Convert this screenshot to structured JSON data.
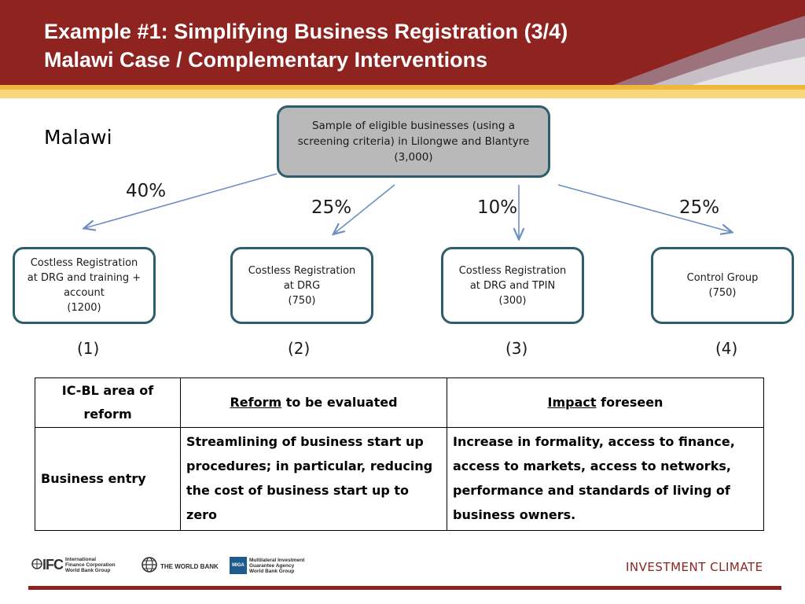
{
  "title": {
    "line1": "Example #1: Simplifying Business Registration (3/4)",
    "line2": "Malawi Case / Complementary Interventions"
  },
  "country": "Malawi",
  "flow": {
    "sample_box": "Sample of eligible businesses (using a\nscreening criteria) in Lilongwe and Blantyre\n(3,000)",
    "groups": [
      {
        "percent": "40%",
        "label": "Costless Registration\nat DRG and training +\naccount\n(1200)",
        "number": "(1)"
      },
      {
        "percent": "25%",
        "label": "Costless Registration\nat DRG\n(750)",
        "number": "(2)"
      },
      {
        "percent": "10%",
        "label": "Costless Registration\nat DRG and TPIN\n(300)",
        "number": "(3)"
      },
      {
        "percent": "25%",
        "label": "Control Group\n(750)",
        "number": "(4)"
      }
    ]
  },
  "table": {
    "headers": {
      "col1": "IC-BL area of reform",
      "col2_underlined": "Reform",
      "col2_rest": " to be evaluated",
      "col3_underlined": "Impact",
      "col3_rest": " foreseen"
    },
    "row": {
      "area": "Business entry",
      "reform": "Streamlining of business start up procedures; in particular, reducing the cost of business start up to zero",
      "impact": "Increase in formality, access to finance, access to markets, access to networks, performance and standards of living of business owners."
    }
  },
  "footer": {
    "ifc_mark": "IFC",
    "ifc_text": "International\nFinance Corporation\nWorld Bank Group",
    "worldbank_text": "THE WORLD BANK",
    "miga_mark": "MIGA",
    "miga_text": "Multilateral Investment\nGuarantee Agency\nWorld Bank Group",
    "brand": "INVESTMENT CLIMATE"
  },
  "colors": {
    "header_bg": "#8f2320",
    "gold_bar": "#f0b83a",
    "box_border": "#2e5e6b",
    "sample_box_fill": "#b9b9b9",
    "arrow": "#6e8fc4"
  }
}
